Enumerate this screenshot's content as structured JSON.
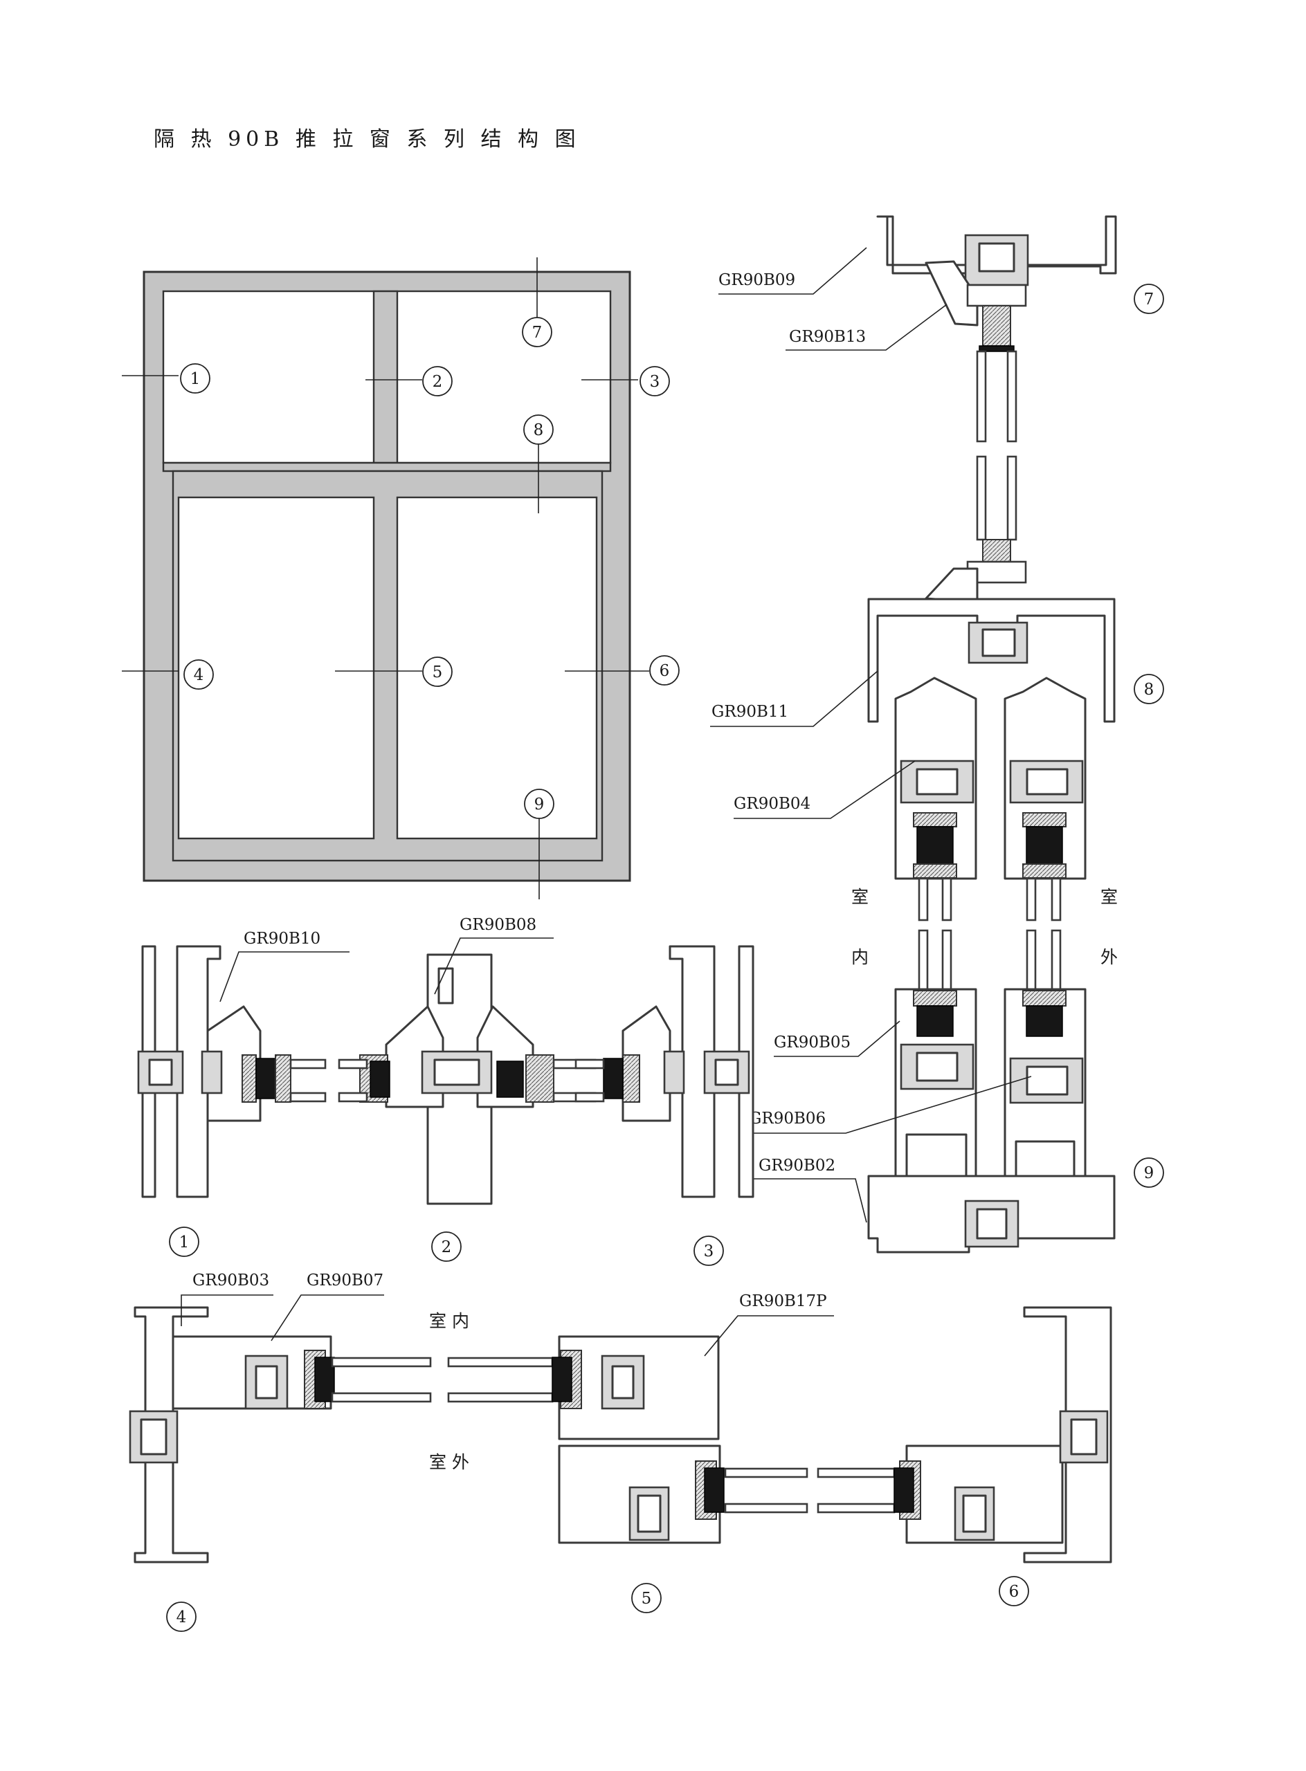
{
  "title": "隔 热 90B 推 拉 窗 系 列 结 构 图",
  "callouts": [
    "1",
    "2",
    "3",
    "4",
    "5",
    "6",
    "7",
    "8",
    "9"
  ],
  "parts": {
    "b09": "GR90B09",
    "b13": "GR90B13",
    "b11": "GR90B11",
    "b04": "GR90B04",
    "b05": "GR90B05",
    "b06": "GR90B06",
    "b02": "GR90B02",
    "b10": "GR90B10",
    "b08": "GR90B08",
    "b03": "GR90B03",
    "b07": "GR90B07",
    "b17p": "GR90B17P"
  },
  "sides": {
    "indoor_a": "室",
    "indoor_b": "内",
    "outdoor_a": "室",
    "outdoor_b": "外",
    "indoor": "室    内",
    "outdoor": "室    外"
  }
}
